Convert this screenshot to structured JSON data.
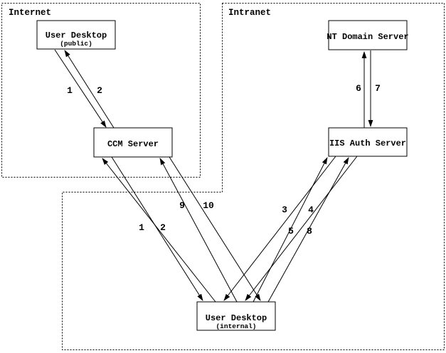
{
  "regions": [
    {
      "label": "Internet"
    },
    {
      "label": "Intranet"
    }
  ],
  "nodes": [
    {
      "title": "User Desktop",
      "subtitle": "(public)"
    },
    {
      "title": "CCM Server"
    },
    {
      "title": "NT Domain Server"
    },
    {
      "title": "IIS Auth Server"
    },
    {
      "title": "User Desktop",
      "subtitle": "(internal)"
    }
  ],
  "edges": [
    {
      "label": "1",
      "from": "user-desktop-public",
      "to": "ccm-server"
    },
    {
      "label": "2",
      "from": "ccm-server",
      "to": "user-desktop-public"
    },
    {
      "label": "1",
      "from": "user-desktop-internal",
      "to": "ccm-server"
    },
    {
      "label": "2",
      "from": "ccm-server",
      "to": "user-desktop-internal"
    },
    {
      "label": "9",
      "from": "user-desktop-internal",
      "to": "ccm-server"
    },
    {
      "label": "10",
      "from": "ccm-server",
      "to": "user-desktop-internal"
    },
    {
      "label": "3",
      "from": "user-desktop-internal",
      "to": "iis-auth-server"
    },
    {
      "label": "4",
      "from": "iis-auth-server",
      "to": "user-desktop-internal"
    },
    {
      "label": "5",
      "from": "user-desktop-internal",
      "to": "iis-auth-server"
    },
    {
      "label": "8",
      "from": "iis-auth-server",
      "to": "user-desktop-internal"
    },
    {
      "label": "6",
      "from": "iis-auth-server",
      "to": "nt-domain-server"
    },
    {
      "label": "7",
      "from": "nt-domain-server",
      "to": "iis-auth-server"
    }
  ],
  "colors": {
    "line": "#000000",
    "node_fill": "#ffffff",
    "background": "#ffffff"
  }
}
